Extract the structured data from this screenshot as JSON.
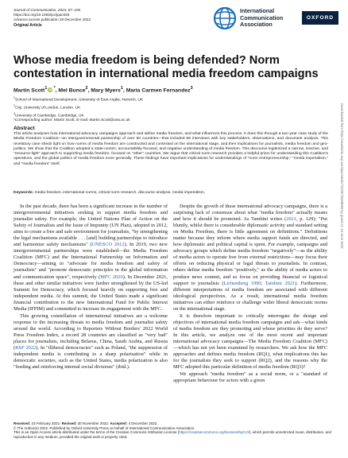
{
  "header": {
    "journal_line": "Journal of Communication, 2023, 87–100",
    "doi_line": "https://doi.org/10.1093/joc/jqac045",
    "advance_line": "Advance access publication 29 December 2022",
    "article_type": "Original Article"
  },
  "logo": {
    "org_line1": "International",
    "org_line2": "Communication",
    "org_line3": "Association",
    "publisher": "OXFORD"
  },
  "title": "Whose media freedom is being defended? Norm contestation in international media freedom campaigns",
  "authors": {
    "a1": "Martin Scott",
    "a1_sup": "1",
    "a1_mark": "*",
    "a2": "Mel Bunce",
    "a2_sup": "2",
    "a3": "Mary Myers",
    "a3_sup": "1",
    "a4": "Maria Carmen Fernandez",
    "a4_sup": "3"
  },
  "affiliations": {
    "aff1_num": "1",
    "aff1": "School of International Development, University of East Anglia, Norwich, UK",
    "aff2_num": "2",
    "aff2": "City, University of London, London, UK",
    "aff3_num": "3",
    "aff3": "University of Cambridge, Cambridge, UK",
    "corresponding": "*Corresponding author: Martin Scott. E-mail: Martin.Scott@uea.ac.uk"
  },
  "abstract": {
    "heading": "Abstract",
    "text": "This article analyses how international advocacy campaigns approach and define media freedom, and what influences this process. It does this through a two-year case study of the Media Freedom Coalition—an intergovernmental partnership of over 50 countries—that included 58 interviews with key stakeholders, observations, and document analysis. This revelatory case sheds light on how norms of media freedom are constructed and contested on the international stage, and their implications for journalists, media freedom and geo-politics. We show that the Coalition adopted a state-centric, accountability-focused, and negative understanding of media freedom. This discourse legitimized a narrow, reactive, and \"resource-light\" approach to supporting media freedom, focused on \"other\" countries. We argue that critical norm research provides a helpful prism for understanding this Coalition's operations, and the global politics of media freedom more generally. These findings have important implications for understandings of \"norm entrepreneurship,\" \"media imperialism,\" and \"media freedom\" itself."
  },
  "keywords": {
    "label": "Keywords:",
    "text": "media freedom, international norms, critical norm research, discourse analysis, media imperialism,"
  },
  "body_left": {
    "p1_a": "In the past decade, there has been a significant increase in the number of intergovernmental initiatives seeking to support media freedom and journalist safety. For example, the United Nations Plan of Action on the Safety of Journalists and the Issue of Impunity (UN Plan), adopted in 2012, aims to create a free and safe environment for journalists, \"by strengthening the legal mechanisms available . . . [and] building partnerships to introduce and harmonize safety mechanisms\" (",
    "p1_cite1": "UNESCO 2012",
    "p1_b": "). In 2019, two new intergovernmental partnerships were established—the Media Freedom Coalition (MFC) and the International Partnership on Information and Democracy—aiming to \"advocate for media freedom and safety of journalists\" and \"promote democratic principles in the global information and communication space\", respectively (",
    "p1_cite2": "MFC 2020",
    "p1_c": "). In December 2021, these and other similar initiatives were further strengthened by the US-led Summit for Democracy, which focused heavily on supporting free and independent media. At this summit, the United States made a significant financial contribution to the new International Fund for Public Interest Media (IFPIM) and committed to increase its engagement with the MFC.",
    "p2_a": "This growing constellation of international initiatives are a welcome response to the increasing threats to media freedom and journalist safety around the world. According to Reporters Without Borders' 2022 World Press Freedom Index, a record 28 countries are classified as \"very bad\" places for journalists, including Belarus, China, Saudi Arabia, and Russia (",
    "p2_cite": "RSF 2022",
    "p2_b": "). In \"illiberal democracies\" such as Poland, \"the suppression of independent media is contributing to a sharp polarisation\" while in democratic societies, such as the United States, media polarization is also \"feeding and reinforcing internal social divisions\" (ibid.)."
  },
  "body_right": {
    "p1_a": "Despite the growth of these international advocacy campaigns, there is a surprising lack of consensus about what \"media freedom\" actually means and how it should be promoted. As Tambini writes (",
    "p1_cite1": "2021",
    "p1_b": ", p. 129): \"Put bluntly, whilst there is considerable diplomatic activity and standard setting on Media Freedom, there is little agreement on definitions.\" Definitions matter because they inform where media support funds are directed, and how diplomatic and political capital is spent. For example, campaigns and advocacy groups which define media freedom \"negatively\"—as the ability of media actors to operate free from external restrictions—may focus their efforts on reducing physical or legal threats to journalists. In contrast, others define media freedom \"positively,\" as the ability of media actors to produce news content, and so focus on providing financial or logistical support to journalists (",
    "p1_cite2": "Lichtenberg 1990",
    "p1_c": "; ",
    "p1_cite3": "Tambini 2021",
    "p1_d": "). Furthermore, different interpretations of media freedom are associated with different ideological perspectives. As a result, international media freedom initiatives can either reinforce or challenge wider liberal democratic norms on the international stage.",
    "p2": "It is therefore important to critically interrogate the design and objectives of international media freedom campaigns and ask—what kinds of media freedom are they promoting and whose priorities do they serve? In this article, we analyze one of the most recent and important international advocacy campaigns—The Media Freedom Coalition (MFC)—which has not yet been examined by researchers. We ask how the MFC approaches and defines media freedom (RQ1), what implications this has for the journalists they seek to support (RQ2), and the reasons why the MFC adopted this particular definition of media freedom (RQ3)?",
    "p3": "We approach \"media freedom\" as a social norm, or a \"standard of appropriate behaviour for actors with a given"
  },
  "footer": {
    "received_label": "Received:",
    "received": "23 February 2022.",
    "revised_label": "Revised:",
    "revised": "30 November 2022.",
    "accepted_label": "Accepted:",
    "accepted": "4 December 2022",
    "copyright": "© The Author(s) 2022. Published by Oxford University Press on behalf of International Communication Association.",
    "license_a": "This is an Open Access article distributed under the terms of the Creative Commons Attribution License (",
    "license_url": "https://creativecommons.org/licenses/by/4.0/",
    "license_b": "), which permits unrestricted reuse, distribution, and reproduction in any medium, provided the original work is properly cited."
  },
  "side_note": "Downloaded from https://academic.oup.com/joc/article/73/2/87/6968686 by guest on 19 June 2023"
}
